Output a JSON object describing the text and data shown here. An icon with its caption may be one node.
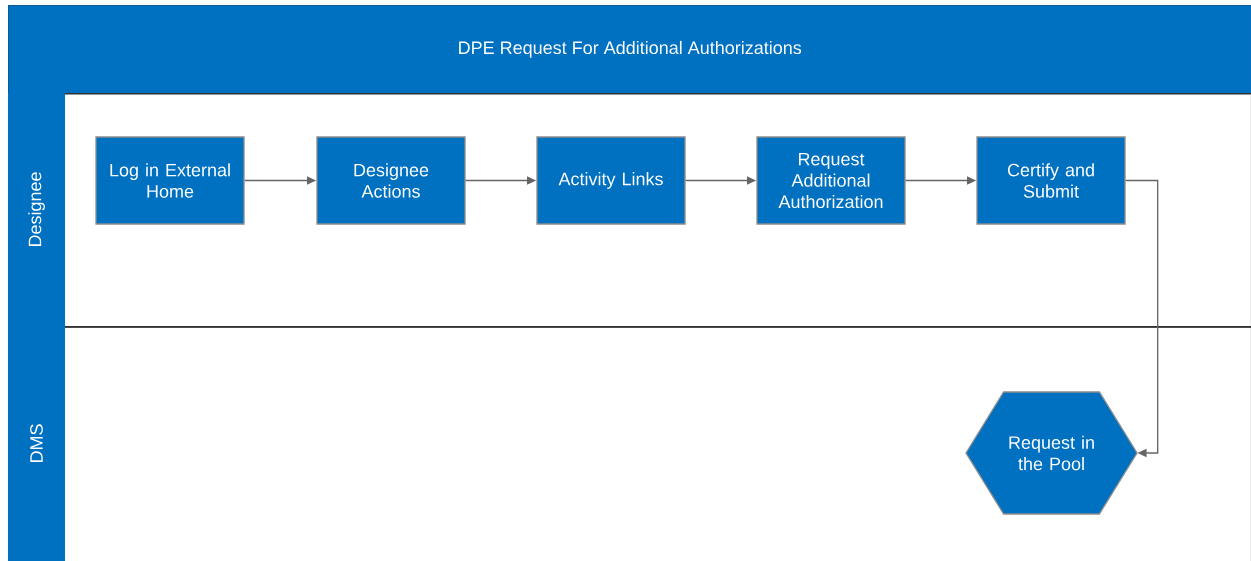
{
  "diagram": {
    "nodes": [
      {
        "text": [
          "DPE Request For Additional Authorizations"
        ]
      },
      {
        "text": [
          "Designee"
        ],
        "in": 0
      },
      {
        "text": [
          "DMS"
        ],
        "in": 0
      },
      {
        "text": [
          "Log in External Home"
        ],
        "in": 1
      },
      {
        "text": [
          "Designee Actions"
        ],
        "in": 1
      },
      {
        "text": [
          "Activity Links"
        ],
        "in": 1
      },
      {
        "text": [
          "Request Additional Authorization"
        ],
        "in": 1
      },
      {
        "text": [
          "Certify and Submit"
        ],
        "in": 1
      },
      {
        "text": [
          "Request in the Pool"
        ],
        "in": 2
      }
    ],
    "edges": [
      {
        "from": 3,
        "to": 4,
        "arrow": "to"
      },
      {
        "from": 4,
        "to": 5,
        "arrow": "to"
      },
      {
        "from": 5,
        "to": 6,
        "arrow": "to"
      },
      {
        "from": 6,
        "to": 7,
        "arrow": "to"
      },
      {
        "from": 7,
        "to": 8,
        "arrow": "to"
      }
    ]
  }
}
